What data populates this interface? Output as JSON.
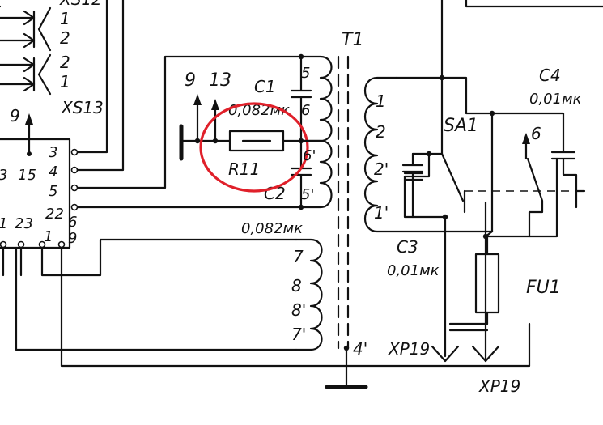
{
  "connectors": {
    "xs12": {
      "label": "XS12",
      "pins": [
        "1",
        "2"
      ]
    },
    "xs13": {
      "label": "XS13",
      "pins": [
        "2",
        "1"
      ]
    },
    "xp19_plug": "XP19",
    "xp19_bottom": "XP19"
  },
  "block": {
    "top_pin": "9",
    "inner_labels": [
      "3",
      "15",
      "1",
      "23"
    ],
    "right_pins": [
      "3",
      "4",
      "5",
      "22",
      "6"
    ],
    "bottom_pins": [
      "1",
      "9"
    ]
  },
  "test_points": [
    "9",
    "13"
  ],
  "resistor": {
    "label": "R11"
  },
  "capacitors": {
    "c1": {
      "label": "C1",
      "value": "0,082мк"
    },
    "c2": {
      "label": "C2",
      "value": "0,082мк"
    },
    "c3": {
      "label": "C3",
      "value": "0,01мк"
    },
    "c4": {
      "label": "C4",
      "value": "0,01мк"
    }
  },
  "transformer": {
    "label": "T1",
    "left_pins": [
      "5",
      "6",
      "6'",
      "5'"
    ],
    "lower_pins": [
      "7",
      "8",
      "8'",
      "7'"
    ],
    "right_pins": [
      "1",
      "2",
      "2'",
      "1'"
    ],
    "core_pin": "4'"
  },
  "switch": {
    "label": "SA1",
    "pin": "6"
  },
  "fuse": {
    "label": "FU1"
  },
  "highlight_color": "#e0202a"
}
